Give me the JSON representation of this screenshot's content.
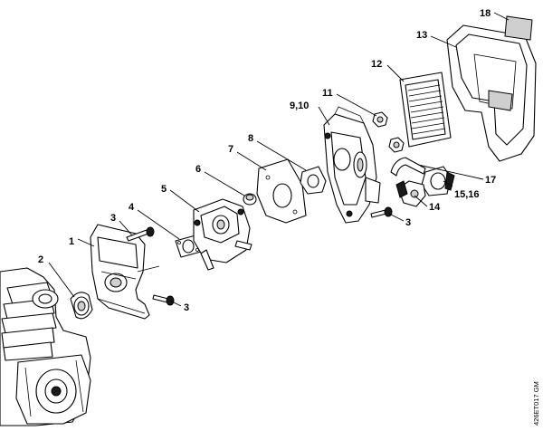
{
  "diagram": {
    "type": "exploded-parts-view",
    "drawing_code": "426ET017 GM",
    "callouts": [
      "1",
      "2",
      "3",
      "3",
      "3",
      "4",
      "5",
      "6",
      "7",
      "8",
      "9,10",
      "11",
      "12",
      "13",
      "14",
      "15,16",
      "17",
      "18"
    ]
  }
}
